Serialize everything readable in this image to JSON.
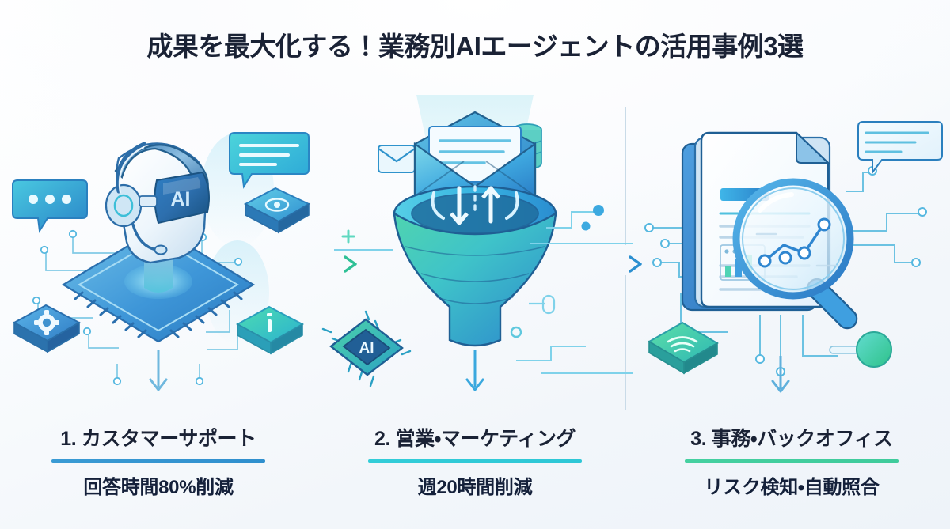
{
  "header": {
    "title": "成果を最大化する！業務別AIエージェントの活用事例3選",
    "title_color": "#1a2235"
  },
  "flow": {
    "arrows": [
      {
        "name": "arrow-1",
        "direction": "right",
        "color": "#3fc8a0"
      },
      {
        "name": "arrow-2",
        "direction": "right",
        "color": "#34a7dd"
      }
    ],
    "divider_color": "#c9dbe8"
  },
  "columns": [
    {
      "index": "1",
      "heading": "1. カスタマーサポート",
      "subtext": "回答時間80%削減",
      "rule_color": "#2f8fce",
      "illustration": "ai-agent-headset-chip",
      "visor_label": "AI",
      "down_arrow_color": "#6fb8de"
    },
    {
      "index": "2",
      "heading": "2. 営業・マーケティング",
      "subtext": "週20時間削減",
      "rule_color": "#2ec7d6",
      "illustration": "sales-funnel-email",
      "chip_label": "AI",
      "down_arrow_color": "#3aa8de"
    },
    {
      "index": "3",
      "heading": "3. 事務・バックオフィス",
      "subtext": "リスク検知・自動照合",
      "rule_color": "#3fcb9c",
      "illustration": "documents-magnifier",
      "down_arrow_color": "#5fb0dc"
    }
  ],
  "palette": {
    "background_top": "#ffffff",
    "background_bottom": "#eef3f9",
    "blue": "#2f8fce",
    "cyan": "#2ec7d6",
    "green": "#3fcb9c",
    "navy": "#1a2235"
  }
}
